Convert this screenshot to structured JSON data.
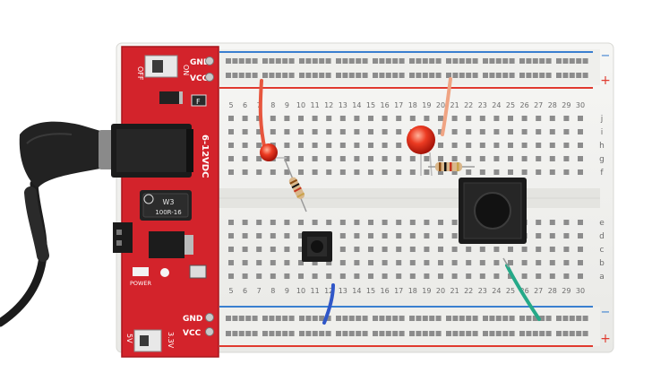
{
  "module": {
    "switch_top_off": "OFF",
    "switch_top_on": "ON",
    "gnd_top": "GND",
    "vcc_top": "VCC",
    "input_voltage": "6-12VDC",
    "jumper_label": "F",
    "regulator_code": "W3",
    "inductor_code": "100R-16",
    "power_led_label": "POWER",
    "gnd_bottom": "GND",
    "vcc_bottom": "VCC",
    "voltage_5v": "5V",
    "voltage_3v3": "3.3V"
  },
  "breadboard": {
    "columns": [
      "5",
      "6",
      "7",
      "8",
      "9",
      "10",
      "11",
      "12",
      "13",
      "14",
      "15",
      "16",
      "17",
      "18",
      "19",
      "20",
      "21",
      "22",
      "23",
      "24",
      "25",
      "26",
      "27",
      "28",
      "29",
      "30"
    ],
    "rows_top": [
      "j",
      "i",
      "h",
      "g",
      "f"
    ],
    "rows_bottom": [
      "e",
      "d",
      "c",
      "b",
      "a"
    ],
    "minus_sign": "−",
    "plus_sign": "+"
  },
  "colors": {
    "module_red": "#d3232b",
    "breadboard_white": "#f3f3f1",
    "rail_blue": "#3a7fd0",
    "rail_red": "#e03a2f",
    "led_red": "#e8321e",
    "wire_blue": "#2f56c8",
    "wire_green": "#25a988",
    "button_black": "#1b1b1b"
  }
}
